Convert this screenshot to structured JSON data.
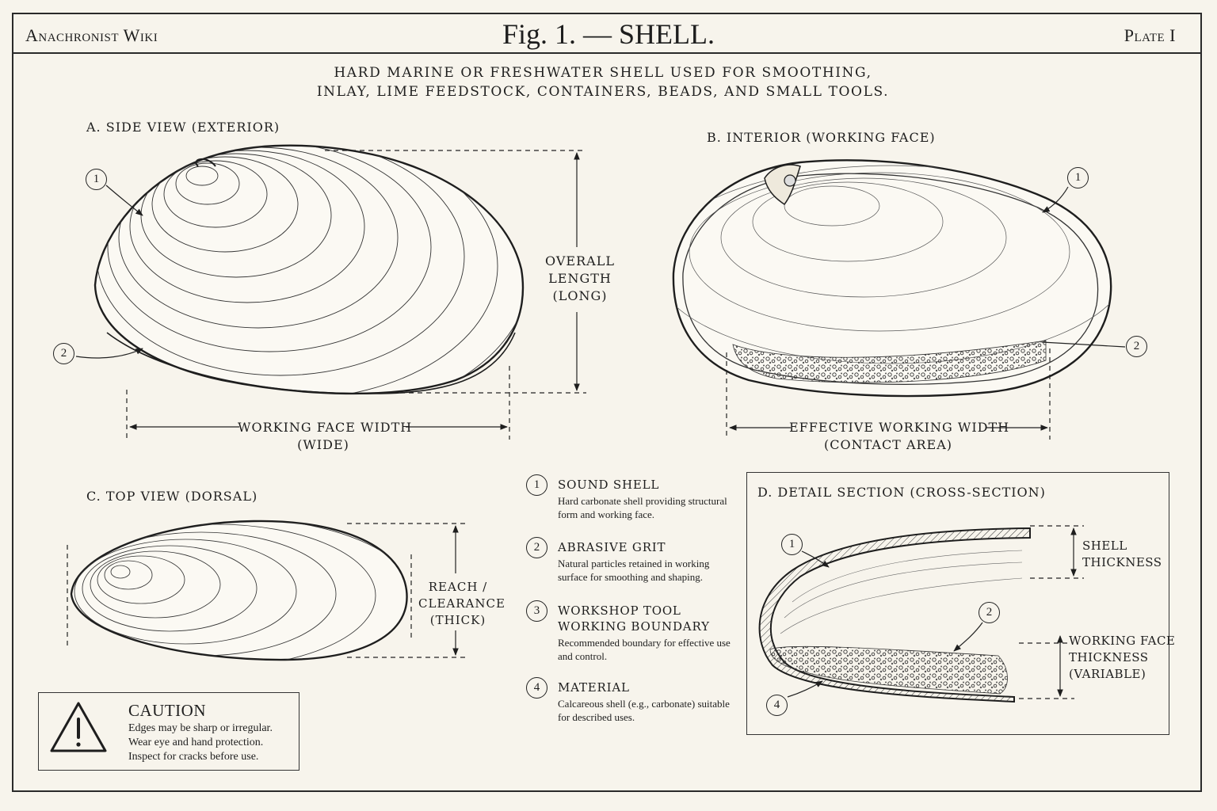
{
  "header": {
    "site": "Anachronist Wiki",
    "title": "Fig. 1. — SHELL.",
    "plate": "Plate I"
  },
  "intro": {
    "line1": "HARD MARINE OR FRESHWATER SHELL USED FOR SMOOTHING,",
    "line2": "INLAY, LIME FEEDSTOCK, CONTAINERS, BEADS, AND SMALL TOOLS."
  },
  "views": {
    "a": {
      "title": "A.  SIDE VIEW  (EXTERIOR)",
      "dim_length": [
        "OVERALL",
        "LENGTH",
        "(LONG)"
      ],
      "dim_width": [
        "WORKING  FACE  WIDTH",
        "(WIDE)"
      ],
      "callouts": [
        "1",
        "2"
      ]
    },
    "b": {
      "title": "B.  INTERIOR  (WORKING FACE)",
      "dim_width": [
        "EFFECTIVE  WORKING  WIDTH",
        "(CONTACT AREA)"
      ],
      "callouts": [
        "1",
        "2"
      ]
    },
    "c": {
      "title": "C.  TOP  VIEW  (DORSAL)",
      "dim_reach": [
        "REACH /",
        "CLEARANCE",
        "(THICK)"
      ]
    },
    "d": {
      "title": "D.  DETAIL SECTION  (CROSS-SECTION)",
      "dim_shell": [
        "SHELL",
        "THICKNESS"
      ],
      "dim_face": [
        "WORKING FACE",
        "THICKNESS",
        "(VARIABLE)"
      ],
      "callouts": [
        "1",
        "2",
        "4"
      ]
    }
  },
  "legend": [
    {
      "num": "1",
      "title": "SOUND SHELL",
      "desc": "Hard carbonate shell providing structural form and working face."
    },
    {
      "num": "2",
      "title": "ABRASIVE GRIT",
      "desc": "Natural particles retained in working surface for smoothing and shaping."
    },
    {
      "num": "3",
      "title": "WORKSHOP TOOL\nWORKING BOUNDARY",
      "desc": "Recommended boundary for effective use and control."
    },
    {
      "num": "4",
      "title": "MATERIAL",
      "desc": "Calcareous shell (e.g., carbonate) suitable for described uses."
    }
  ],
  "caution": {
    "title": "CAUTION",
    "lines": [
      "Edges may be sharp or irregular.",
      "Wear eye and hand protection.",
      "Inspect for cracks before use."
    ],
    "icon": "warning-triangle-icon"
  },
  "colors": {
    "paper": "#f7f4ec",
    "ink": "#1e1e1e"
  }
}
